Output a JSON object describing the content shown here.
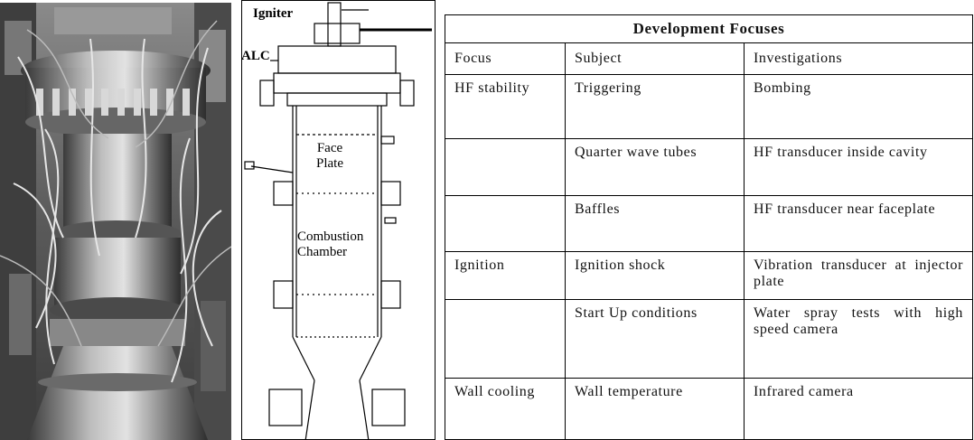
{
  "schematic": {
    "igniter_label": "Igniter",
    "alc_label": "ALC",
    "face_plate_label_1": "Face",
    "face_plate_label_2": "Plate",
    "combustion_label_1": "Combustion",
    "combustion_label_2": "Chamber"
  },
  "table": {
    "title": "Development Focuses",
    "headers": [
      "Focus",
      "Subject",
      "Investigations"
    ],
    "rows": [
      {
        "focus": "HF stability",
        "subject": "Triggering",
        "investigation": "Bombing"
      },
      {
        "focus": "",
        "subject": "Quarter wave tubes",
        "investigation": "HF transducer inside cavity"
      },
      {
        "focus": "",
        "subject": "Baffles",
        "investigation": "HF transducer near faceplate"
      },
      {
        "focus": "Ignition",
        "subject": "Ignition shock",
        "investigation": "Vibration transducer at injector plate"
      },
      {
        "focus": "",
        "subject": "Start Up conditions",
        "investigation": "Water spray tests with high speed camera"
      },
      {
        "focus": "Wall cooling",
        "subject": "Wall temperature",
        "investigation": "Infrared camera"
      }
    ]
  }
}
